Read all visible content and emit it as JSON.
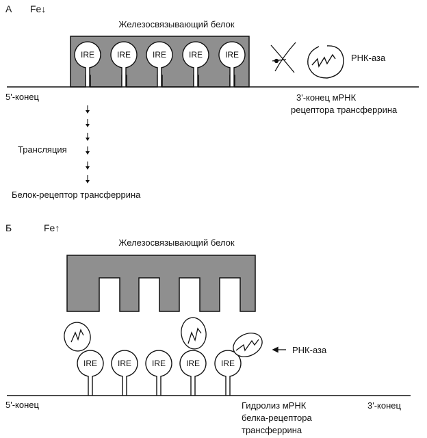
{
  "colors": {
    "protein_fill": "#8f8f8f",
    "line": "#111111",
    "background": "#ffffff"
  },
  "panel_a": {
    "letter": "А",
    "fe_label": "Fe",
    "fe_arrow": "↓",
    "protein_label": "Железосвязывающий белок",
    "ire_labels": [
      "IRE",
      "IRE",
      "IRE",
      "IRE",
      "IRE"
    ],
    "rnase_label": "РНК-аза",
    "five_prime": "5'-конец",
    "three_prime_line1": "3'-конец  мРНК",
    "three_prime_line2": "рецептора трансферрина",
    "translation_label": "Трансляция",
    "product_label": "Белок-рецептор трансферрина",
    "blocked_icon": "blocked-rnase-icon",
    "rnase_icon": "rnase-zigzag-icon"
  },
  "panel_b": {
    "letter": "Б",
    "fe_label": "Fe",
    "fe_arrow": "↑",
    "protein_label": "Железосвязывающий белок",
    "ire_labels": [
      "IRE",
      "IRE",
      "IRE",
      "IRE",
      "IRE"
    ],
    "rnase_label": "РНК-аза",
    "five_prime": "5'-конец",
    "hydrolysis_line1": "Гидролиз мРНК",
    "hydrolysis_line2": "белка-рецептора",
    "hydrolysis_line3": "трансферрина",
    "three_prime": "3'-конец",
    "rnase_icon": "rnase-zigzag-icon"
  }
}
